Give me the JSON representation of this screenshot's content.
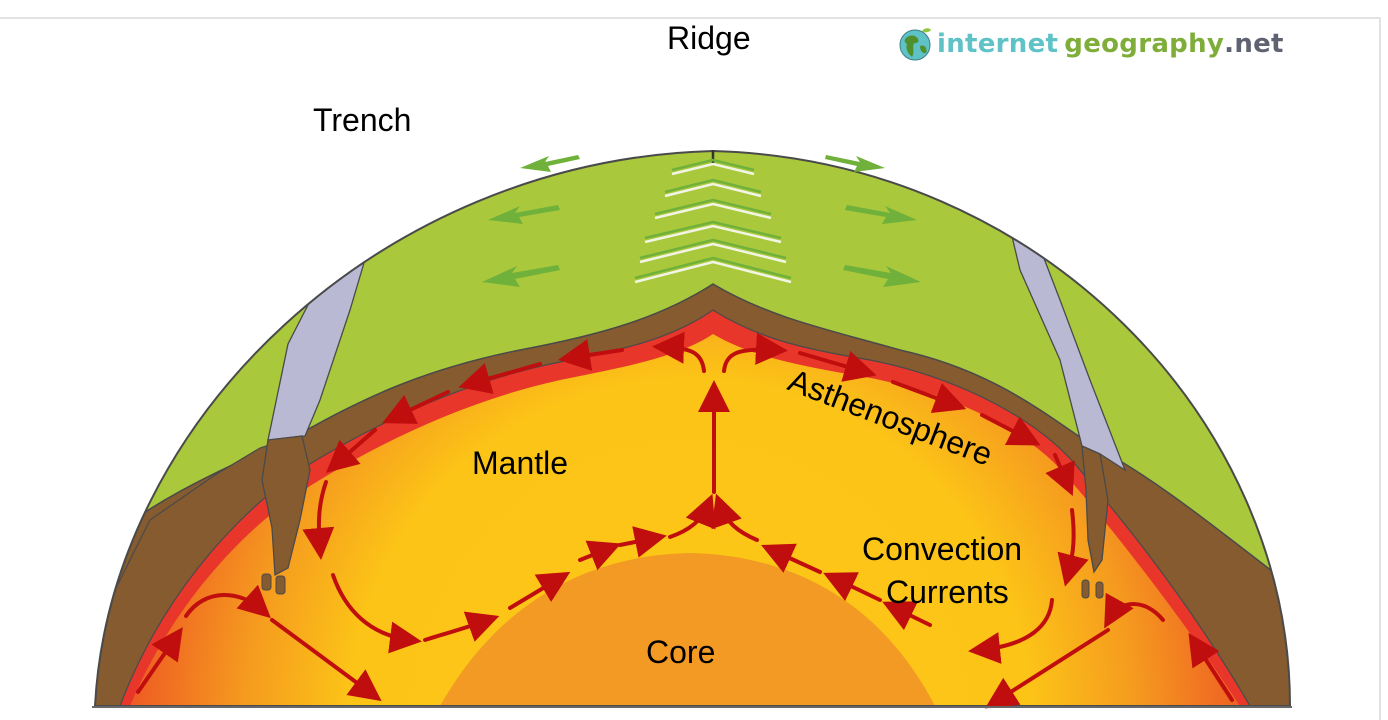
{
  "diagram": {
    "title": "Plate tectonics convection currents cross-section",
    "labels": {
      "ridge": "Ridge",
      "trench": "Trench",
      "mantle": "Mantle",
      "asthenosphere": "Asthenosphere",
      "convection_line1": "Convection",
      "convection_line2": "Currents",
      "core": "Core"
    },
    "logo": {
      "part1": "internet",
      "part2": "geography",
      "part3": ".net",
      "icon": "globe-icon"
    },
    "colors": {
      "crust_green": "#a9c83c",
      "lithosphere_brown": "#855b2f",
      "asthenosphere_red": "#e8372a",
      "mantle_yellow": "#fcc717",
      "core_orange": "#f39a24",
      "trench_lavender": "#b9b9d4",
      "arrow_dark_red": "#c00d0d",
      "plate_arrow_green": "#6fb13a",
      "logo_teal": "#5ec2c6",
      "logo_green": "#7fad3a",
      "logo_gray": "#5f6270"
    }
  }
}
